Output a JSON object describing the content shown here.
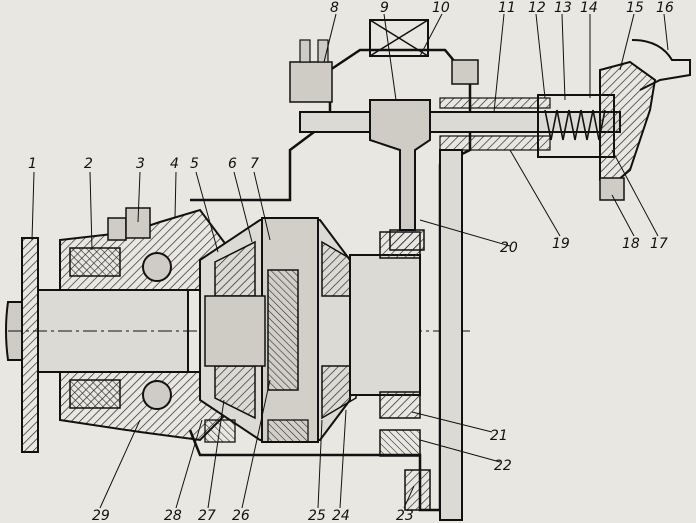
{
  "callouts": [
    "1",
    "2",
    "3",
    "4",
    "5",
    "6",
    "7",
    "8",
    "9",
    "10",
    "11",
    "12",
    "13",
    "14",
    "15",
    "16",
    "17",
    "18",
    "19",
    "20",
    "21",
    "22",
    "23",
    "24",
    "25",
    "26",
    "27",
    "28",
    "29"
  ],
  "colors": {
    "paper": "#e9e7e2",
    "ink": "#111111",
    "hatch": "#2a2a2a",
    "fill": "#cfccc5"
  }
}
